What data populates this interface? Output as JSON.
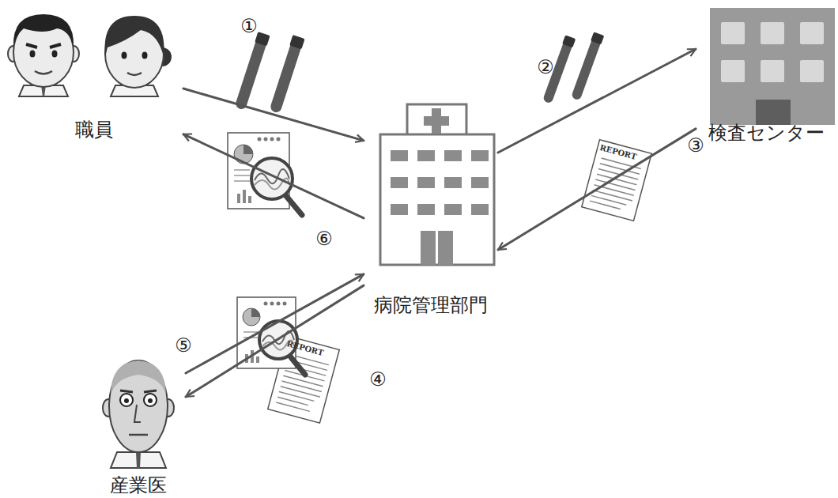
{
  "diagram": {
    "nodes": [
      {
        "text": [
          "職員"
        ]
      },
      {
        "text": [
          "検査センター"
        ]
      },
      {
        "text": [
          "病院管理部門"
        ]
      },
      {
        "text": [
          "産業医"
        ]
      }
    ],
    "edges": [
      {
        "from": 0,
        "to": 2,
        "arrow": "to",
        "label": "①"
      },
      {
        "from": 2,
        "to": 1,
        "arrow": "to",
        "label": "②"
      },
      {
        "from": 1,
        "to": 2,
        "arrow": "to",
        "label": "③"
      },
      {
        "from": 2,
        "to": 3,
        "arrow": "to",
        "label": "④"
      },
      {
        "from": 3,
        "to": 2,
        "arrow": "to",
        "label": "⑤"
      },
      {
        "from": 2,
        "to": 0,
        "arrow": "to",
        "label": "⑥"
      }
    ],
    "labels": [
      "REPORT",
      "REPORT"
    ]
  }
}
